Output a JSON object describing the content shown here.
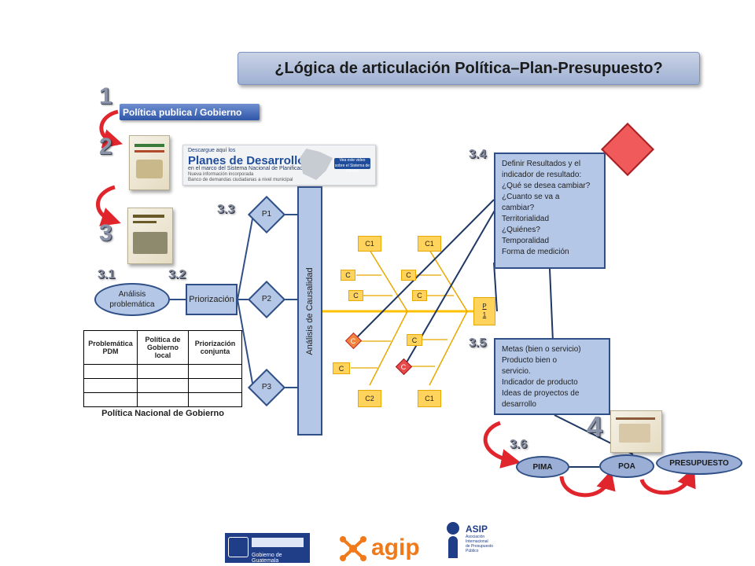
{
  "title": "¿Lógica de articulación Política–Plan-Presupuesto?",
  "policy_bar": "Política publica / Gobierno",
  "big_numbers": [
    "1",
    "2",
    "3",
    "4"
  ],
  "steps": {
    "s31": "3.1",
    "s32": "3.2",
    "s33": "3.3",
    "s34": "3.4",
    "s35": "3.5",
    "s36": "3.6"
  },
  "banner": {
    "line1": "Descargue aquí los",
    "headline": "Planes de Desarrollo",
    "subline": "en el marco del Sistema Nacional de Planificación",
    "line4": "Nueva información incorporada",
    "line5": "Banco de demandas ciudadanas a nivel municipal",
    "cta": "Vea este video sobre el Sistema de Planes"
  },
  "analysis_box": "Análisis problemática",
  "priorization_box": "Priorización",
  "priorities": [
    "P1",
    "P2",
    "P3"
  ],
  "causal_column": "Análisis de Causalidad",
  "matrix": {
    "headers": [
      "Problemática PDM",
      "Política de Gobierno local",
      "Priorización conjunta"
    ],
    "empty_rows": 3,
    "caption": "Política  Nacional de Gobierno"
  },
  "fishbone": {
    "top_left": "C1",
    "top_right": "C1",
    "bottom_left": "C2",
    "bottom_right": "C1",
    "cause_label": "C",
    "head": [
      "P",
      "1"
    ]
  },
  "results_box": [
    "Definir Resultados y el",
    "indicador de resultado:",
    "¿Qué se desea cambiar?",
    "¿Cuanto se va a",
    "cambiar?",
    "Territorialidad",
    "¿Quiénes?",
    "Temporalidad",
    "Forma de medición"
  ],
  "goals_box": [
    "Metas (bien o servicio)",
    "Producto bien o",
    "servicio.",
    "Indicador de producto",
    "Ideas de proyectos de",
    "desarrollo"
  ],
  "pills": [
    "PIMA",
    "POA",
    "PRESUPUESTO"
  ],
  "logos": {
    "guatemala": "Gobierno de Guatemala",
    "agip": "agip",
    "asip": "ASIP",
    "asip_sub": [
      "Asociación",
      "Internacional",
      "de Presupuesto",
      "Público"
    ]
  },
  "colors": {
    "box_fill": "#b4c7e7",
    "box_stroke": "#2f4f86",
    "cause_yellow": "#ffd35c",
    "arrow_red": "#e0262c",
    "navy_line": "#1f3864"
  }
}
